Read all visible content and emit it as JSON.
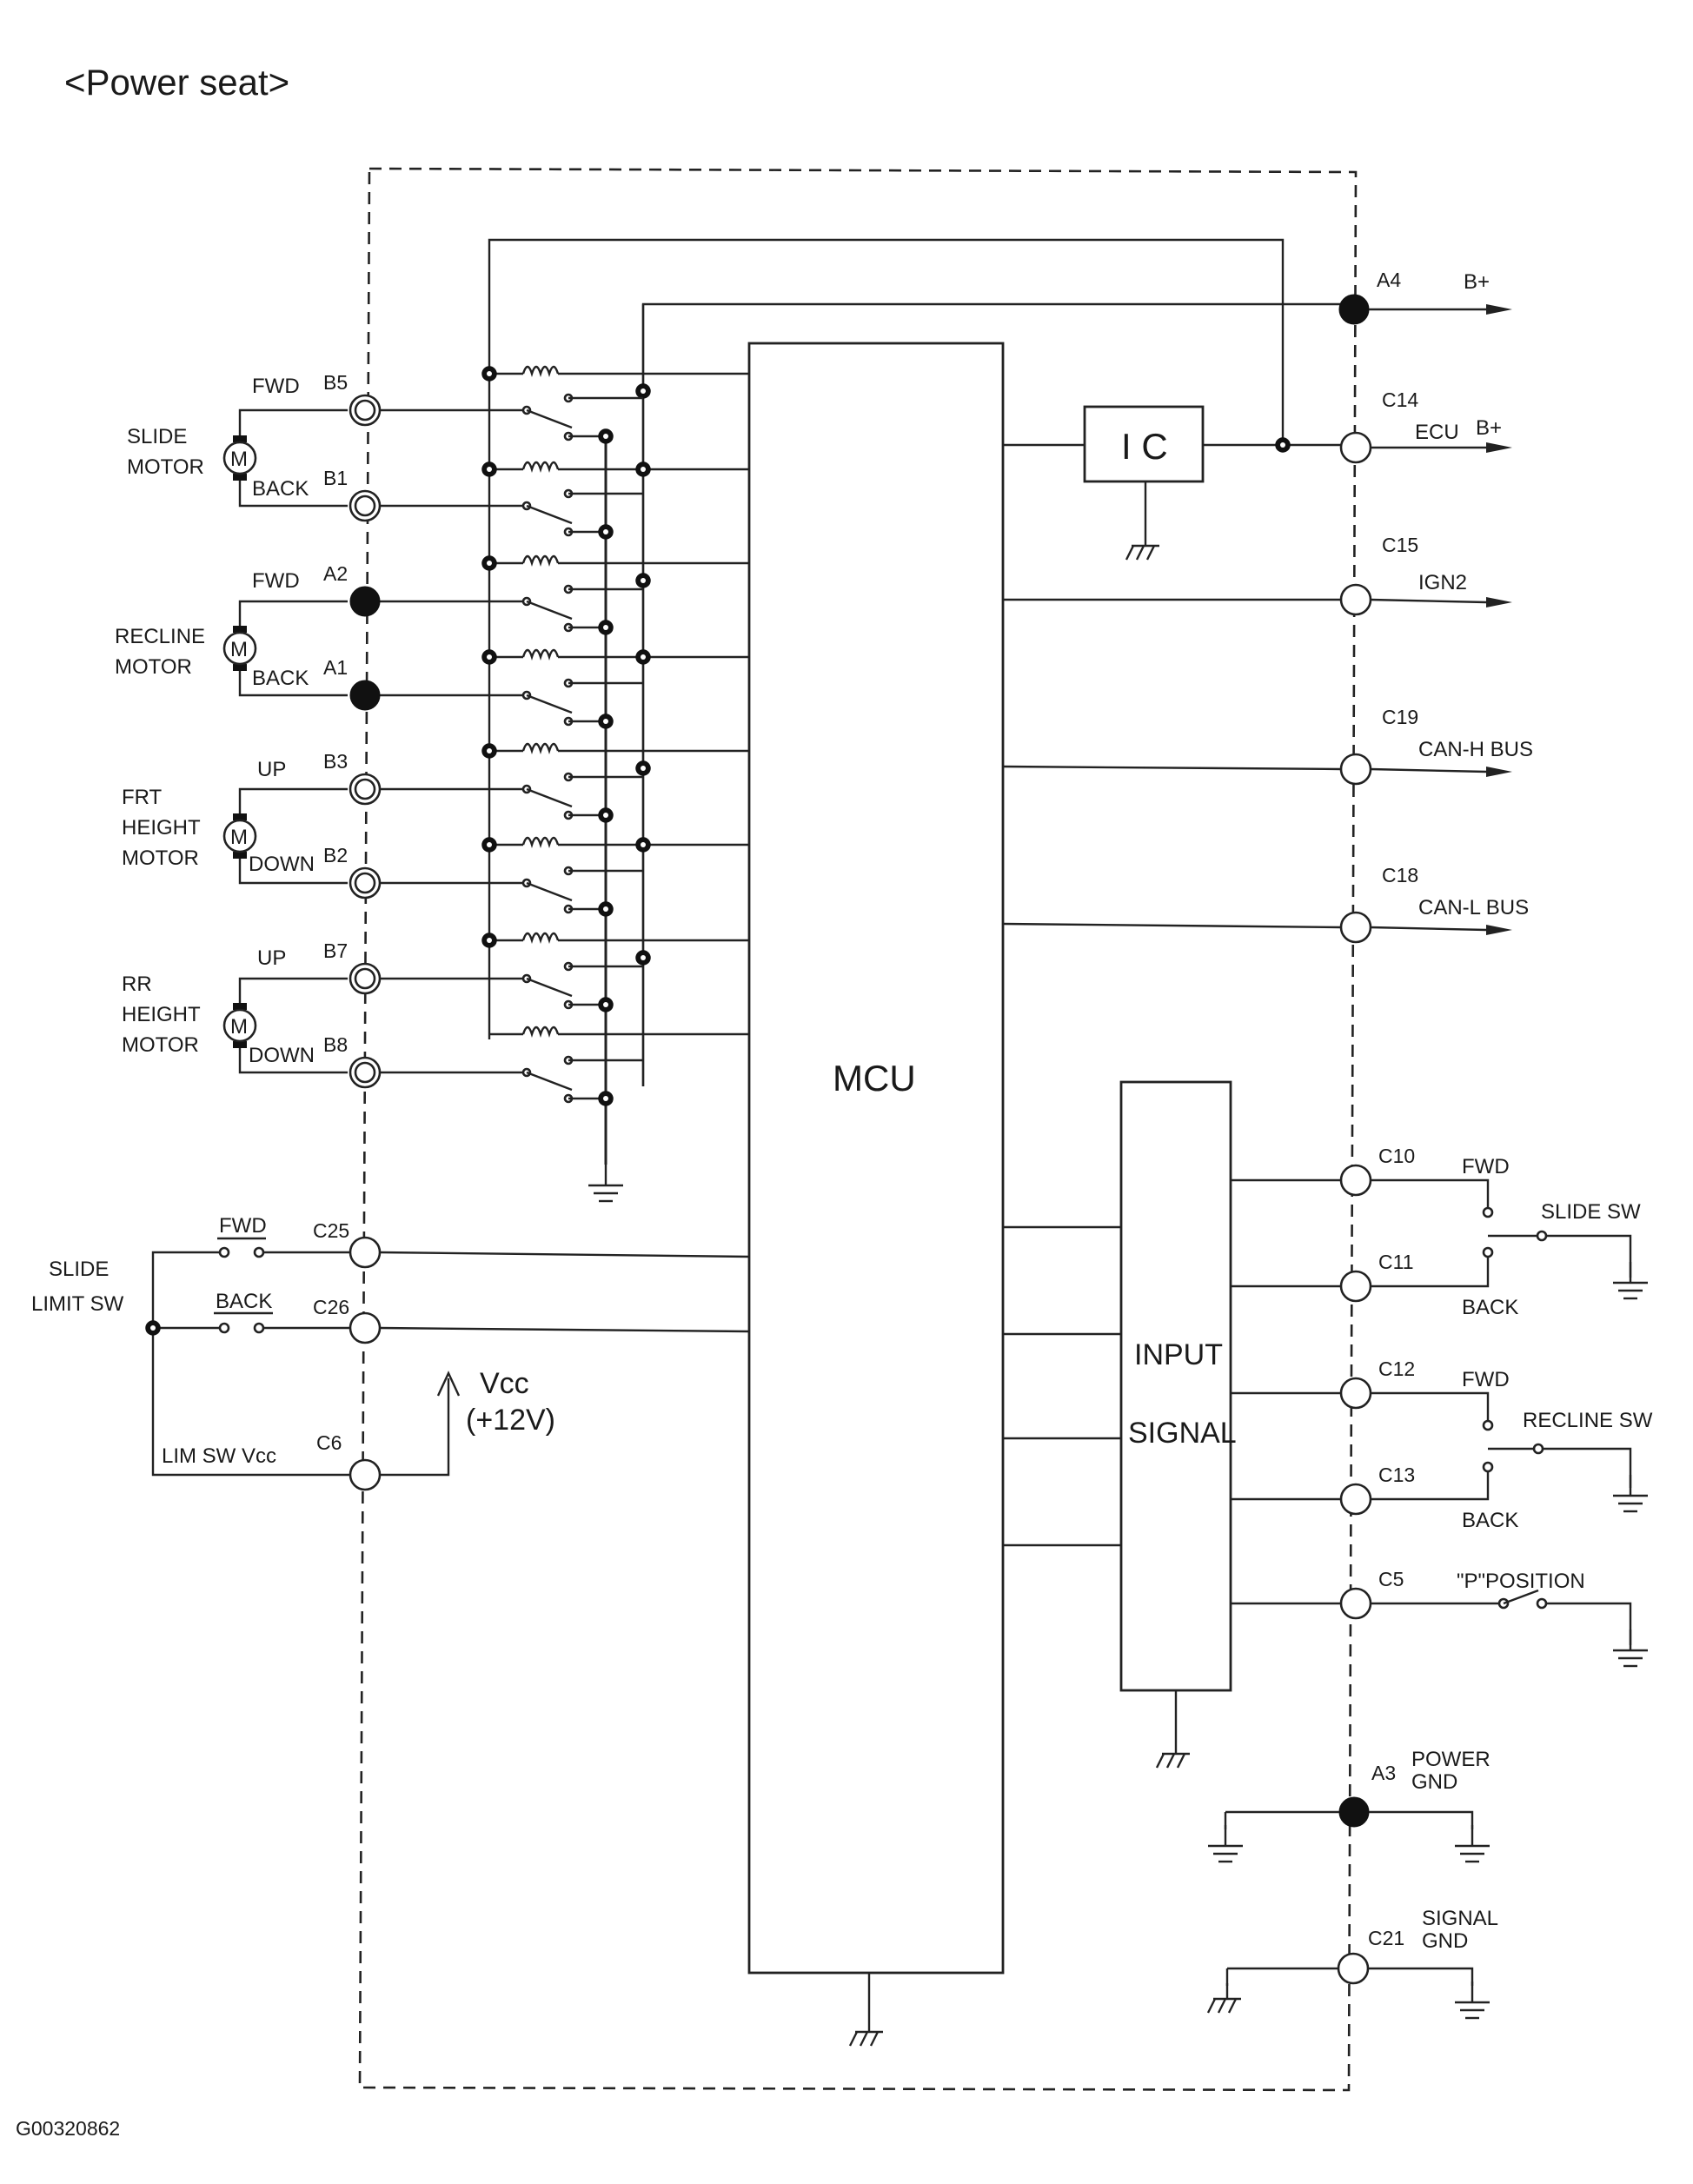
{
  "title": "<Power seat>",
  "figure_id": "G00320862",
  "blocks": {
    "mcu": "MCU",
    "ic": "I C",
    "input1": "INPUT",
    "input2": "SIGNAL"
  },
  "motors": {
    "slide": [
      "SLIDE",
      "MOTOR"
    ],
    "recline": [
      "RECLINE",
      "MOTOR"
    ],
    "frt": [
      "FRT",
      "HEIGHT",
      "MOTOR"
    ],
    "rr": [
      "RR",
      "HEIGHT",
      "MOTOR"
    ],
    "symbol": "M"
  },
  "left_pins": {
    "b5": {
      "pin": "B5",
      "label": "FWD"
    },
    "b1": {
      "pin": "B1",
      "label": "BACK"
    },
    "a2": {
      "pin": "A2",
      "label": "FWD"
    },
    "a1": {
      "pin": "A1",
      "label": "BACK"
    },
    "b3": {
      "pin": "B3",
      "label": "UP"
    },
    "b2": {
      "pin": "B2",
      "label": "DOWN"
    },
    "b7": {
      "pin": "B7",
      "label": "UP"
    },
    "b8": {
      "pin": "B8",
      "label": "DOWN"
    }
  },
  "limit": {
    "name1": "SLIDE",
    "name2": "LIMIT SW",
    "c25": {
      "pin": "C25",
      "label": "FWD"
    },
    "c26": {
      "pin": "C26",
      "label": "BACK"
    },
    "c6": {
      "pin": "C6",
      "label": "LIM SW Vcc"
    },
    "vcc1": "Vcc",
    "vcc2": "(+12V)"
  },
  "right_pins": {
    "a4": {
      "pin": "A4",
      "label": "B+"
    },
    "c14": {
      "pin": "C14",
      "label": "ECU",
      "label2": "B+"
    },
    "c15": {
      "pin": "C15",
      "label": "IGN2"
    },
    "c19": {
      "pin": "C19",
      "label": "CAN-H BUS"
    },
    "c18": {
      "pin": "C18",
      "label": "CAN-L BUS"
    },
    "c10": {
      "pin": "C10",
      "label": "FWD"
    },
    "c11": {
      "pin": "C11",
      "label": "BACK"
    },
    "c12": {
      "pin": "C12",
      "label": "FWD"
    },
    "c13": {
      "pin": "C13",
      "label": "BACK"
    },
    "c5": {
      "pin": "C5",
      "label": "\"P\"POSITION"
    },
    "a3": {
      "pin": "A3",
      "label1": "POWER",
      "label2": "GND"
    },
    "c21": {
      "pin": "C21",
      "label1": "SIGNAL",
      "label2": "GND"
    }
  },
  "switches": {
    "slide": "SLIDE SW",
    "recline": "RECLINE SW"
  }
}
